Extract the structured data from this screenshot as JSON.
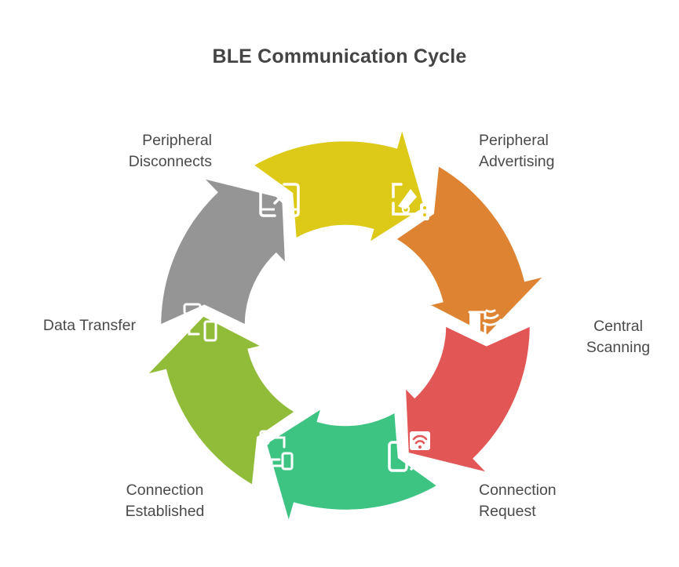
{
  "title": "BLE Communication Cycle",
  "stages": [
    {
      "id": "peripheral-advertising",
      "label_lines": [
        "Peripheral",
        "Advertising"
      ],
      "color": "#DDC918",
      "icon": "megaphone-icon"
    },
    {
      "id": "central-scanning",
      "label_lines": [
        "Central",
        "Scanning"
      ],
      "color": "#DE8331",
      "icon": "door-signal-icon"
    },
    {
      "id": "connection-request",
      "label_lines": [
        "Connection",
        "Request"
      ],
      "color": "#E35656",
      "icon": "phone-wifi-arrow-icon"
    },
    {
      "id": "connection-established",
      "label_lines": [
        "Connection",
        "Established"
      ],
      "color": "#3DC482",
      "icon": "connected-devices-icon"
    },
    {
      "id": "data-transfer",
      "label_lines": [
        "Data Transfer"
      ],
      "color": "#91BC3A",
      "icon": "data-transfer-devices-icon"
    },
    {
      "id": "peripheral-disconnects",
      "label_lines": [
        "Peripheral",
        "Disconnects"
      ],
      "color": "#959595",
      "icon": "disconnect-devices-icon"
    }
  ]
}
